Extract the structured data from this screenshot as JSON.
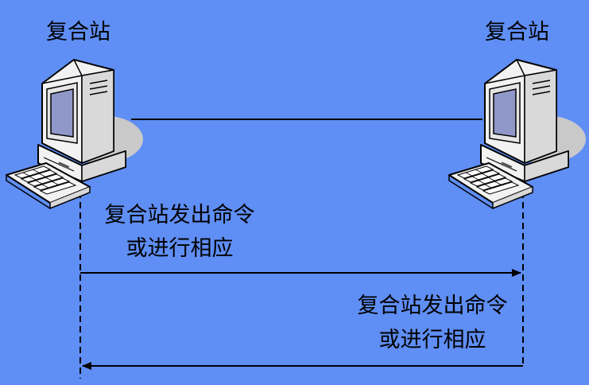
{
  "stations": {
    "left": {
      "label": "复合站",
      "icon": "computer-icon"
    },
    "right": {
      "label": "复合站",
      "icon": "computer-icon"
    }
  },
  "messages": [
    {
      "line1": "复合站发出命令",
      "line2": "或进行相应",
      "direction": "left-to-right"
    },
    {
      "line1": "复合站发出命令",
      "line2": "或进行相应",
      "direction": "right-to-left"
    }
  ],
  "colors": {
    "background": "#5f8ef4",
    "lines": "#000000",
    "computer_case": "#f2f2f2",
    "screen": "#8f98c8",
    "shadow": "#c9c9c9"
  }
}
